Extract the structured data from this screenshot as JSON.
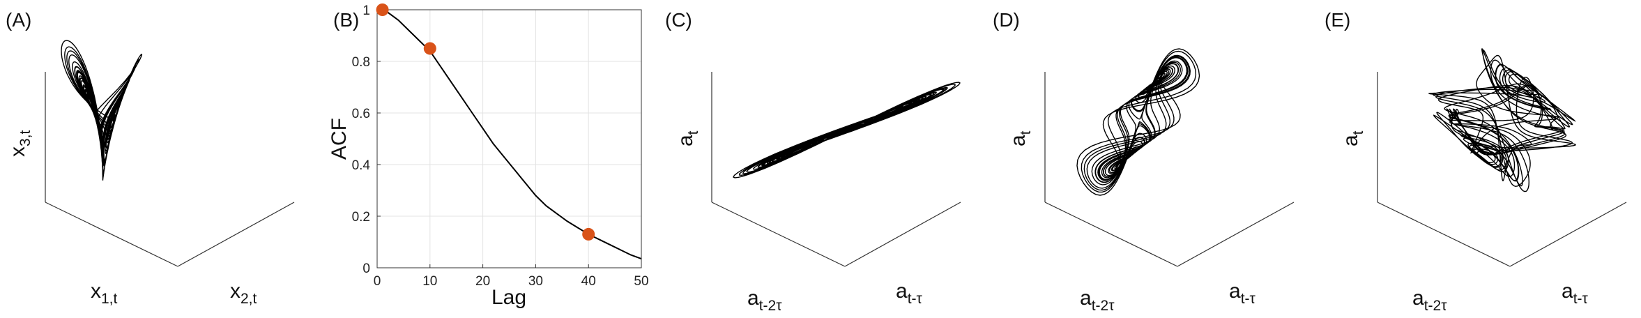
{
  "panels": [
    {
      "label": "(A)",
      "axis_labels": {
        "x1": "x",
        "x1_sub": "1,t",
        "x2": "x",
        "x2_sub": "2,t",
        "x3": "x",
        "x3_sub": "3,t"
      }
    },
    {
      "label": "(B)"
    },
    {
      "label": "(C)",
      "axis_labels": {
        "a1": "a",
        "a1_sub": "t-2τ",
        "a2": "a",
        "a2_sub": "t-τ",
        "a3": "a",
        "a3_sub": "t"
      }
    },
    {
      "label": "(D)",
      "axis_labels": {
        "a1": "a",
        "a1_sub": "t-2τ",
        "a2": "a",
        "a2_sub": "t-τ",
        "a3": "a",
        "a3_sub": "t"
      }
    },
    {
      "label": "(E)",
      "axis_labels": {
        "a1": "a",
        "a1_sub": "t-2τ",
        "a2": "a",
        "a2_sub": "t-τ",
        "a3": "a",
        "a3_sub": "t"
      }
    }
  ],
  "chart_data": [
    {
      "panel": "(A)",
      "type": "line",
      "description_kind": "3d-attractor",
      "axes": {
        "x": "x_{1,t}",
        "y": "x_{2,t}",
        "z": "x_{3,t}"
      }
    },
    {
      "panel": "(B)",
      "type": "line",
      "xlabel": "Lag",
      "ylabel": "ACF",
      "xlim": [
        0,
        50
      ],
      "ylim": [
        0,
        1
      ],
      "xticks": [
        "0",
        "10",
        "20",
        "30",
        "40",
        "50"
      ],
      "yticks": [
        "0",
        "0.2",
        "0.4",
        "0.6",
        "0.8",
        "1"
      ],
      "grid": true,
      "series": [
        {
          "style": "line",
          "color": "#000000",
          "x": [
            0,
            2,
            4,
            6,
            8,
            10,
            12,
            14,
            16,
            18,
            20,
            22,
            24,
            26,
            28,
            30,
            32,
            34,
            36,
            38,
            40,
            42,
            44,
            46,
            48,
            50
          ],
          "y": [
            1.0,
            0.99,
            0.96,
            0.92,
            0.88,
            0.84,
            0.78,
            0.72,
            0.66,
            0.6,
            0.54,
            0.48,
            0.43,
            0.38,
            0.33,
            0.28,
            0.24,
            0.21,
            0.18,
            0.155,
            0.13,
            0.11,
            0.09,
            0.07,
            0.05,
            0.035
          ]
        },
        {
          "style": "markers",
          "color": "#d95319",
          "x": [
            1,
            10,
            40
          ],
          "y": [
            1.0,
            0.85,
            0.13
          ]
        }
      ]
    },
    {
      "panel": "(C)",
      "type": "line",
      "description_kind": "3d-delay-embedding",
      "axes": {
        "x": "a_{t-2τ}",
        "y": "a_{t-τ}",
        "z": "a_t"
      }
    },
    {
      "panel": "(D)",
      "type": "line",
      "description_kind": "3d-delay-embedding",
      "axes": {
        "x": "a_{t-2τ}",
        "y": "a_{t-τ}",
        "z": "a_t"
      }
    },
    {
      "panel": "(E)",
      "type": "line",
      "description_kind": "3d-delay-embedding",
      "axes": {
        "x": "a_{t-2τ}",
        "y": "a_{t-τ}",
        "z": "a_t"
      }
    }
  ]
}
